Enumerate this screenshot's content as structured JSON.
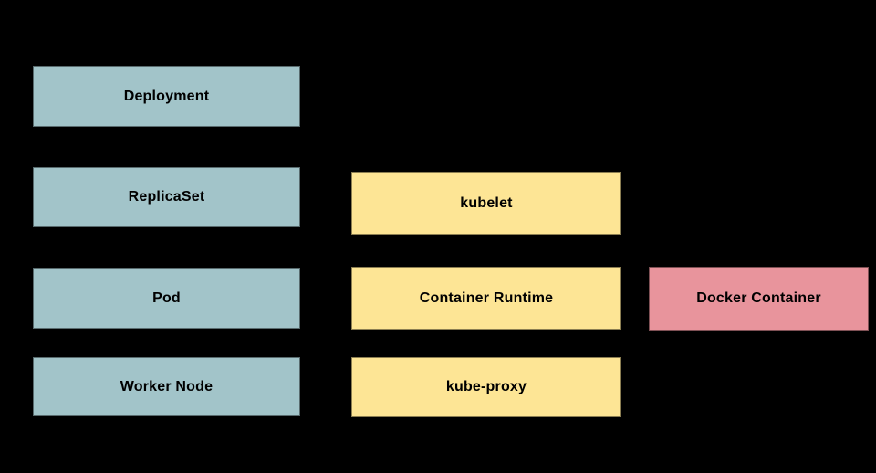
{
  "palette": {
    "background": "#000000",
    "teal": "#a2c4c9",
    "yellow": "#fde595",
    "pink": "#e8949c",
    "label_text": "#000000"
  },
  "nodes": [
    {
      "id": "deployment",
      "label": "Deployment",
      "color": "#a2c4c9"
    },
    {
      "id": "replicaset",
      "label": "ReplicaSet",
      "color": "#a2c4c9"
    },
    {
      "id": "pod",
      "label": "Pod",
      "color": "#a2c4c9"
    },
    {
      "id": "worker-node",
      "label": "Worker Node",
      "color": "#a2c4c9"
    },
    {
      "id": "kubelet",
      "label": "kubelet",
      "color": "#fde595"
    },
    {
      "id": "container-runtime",
      "label": "Container Runtime",
      "color": "#fde595"
    },
    {
      "id": "kube-proxy",
      "label": "kube-proxy",
      "color": "#fde595"
    },
    {
      "id": "docker-container",
      "label": "Docker Container",
      "color": "#e8949c"
    }
  ]
}
